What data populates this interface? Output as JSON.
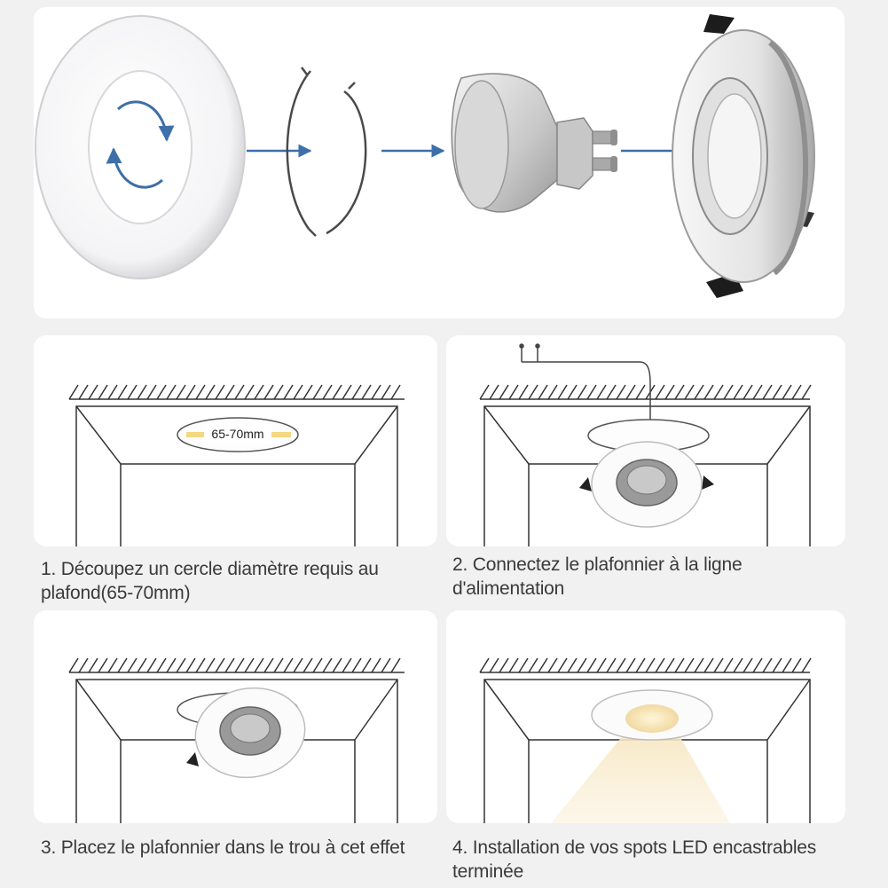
{
  "steps": [
    {
      "caption": "1. Découpez un cercle diamètre requis au plafond(65-70mm)",
      "dimension_label": "65-70mm"
    },
    {
      "caption": "2. Connectez le plafonnier à la ligne d'alimentation"
    },
    {
      "caption": "3. Placez le plafonnier dans le trou à cet effet"
    },
    {
      "caption": "4. Installation de vos spots LED encastrables terminée"
    }
  ],
  "colors": {
    "background": "#f1f1f1",
    "panel": "#ffffff",
    "arrow": "#3d6fa8",
    "line": "#333333",
    "warm_light": "#f7e7c2"
  }
}
